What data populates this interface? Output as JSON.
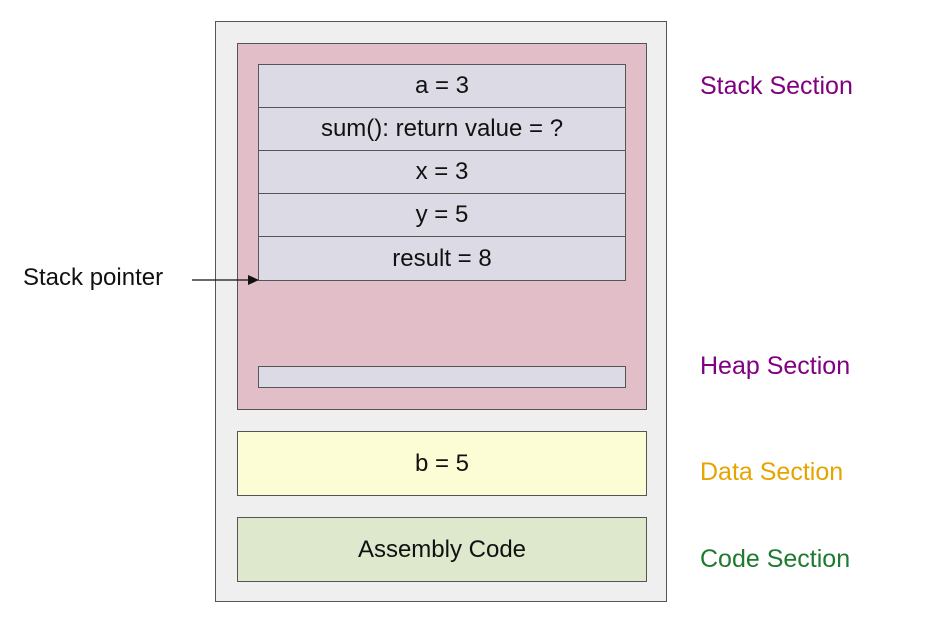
{
  "stack_frame": {
    "rows": [
      "a = 3",
      "sum(): return value = ?",
      "x = 3",
      "y = 5",
      "result = 8"
    ]
  },
  "data_box": {
    "text": "b = 5"
  },
  "code_box": {
    "text": "Assembly Code"
  },
  "pointer": {
    "label": "Stack pointer"
  },
  "labels": {
    "stack": "Stack Section",
    "heap": "Heap Section",
    "data": "Data Section",
    "code": "Code Section"
  },
  "colors": {
    "stack_label": "#800080",
    "heap_label": "#800080",
    "data_label": "#e6a400",
    "code_label": "#1e7a2e",
    "stack_heap_fill": "#e2bfc8",
    "stack_frame_fill": "#dcdae4",
    "data_fill": "#fdfdd5",
    "code_fill": "#dde8cc",
    "outer_fill": "#efefef"
  }
}
